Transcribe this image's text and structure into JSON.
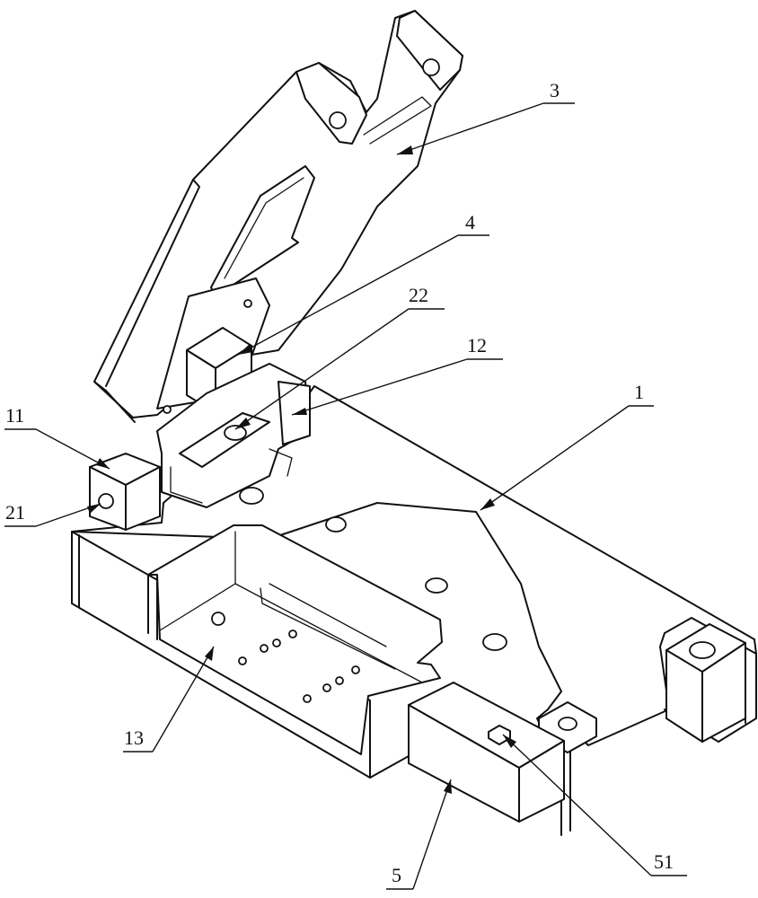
{
  "figure": {
    "labels": {
      "base_plate": "1",
      "upper_plate": "3",
      "block_4": "4",
      "part_5": "5",
      "part_11": "11",
      "part_12": "12",
      "part_13": "13",
      "part_21": "21",
      "part_22": "22",
      "part_51": "51"
    }
  }
}
